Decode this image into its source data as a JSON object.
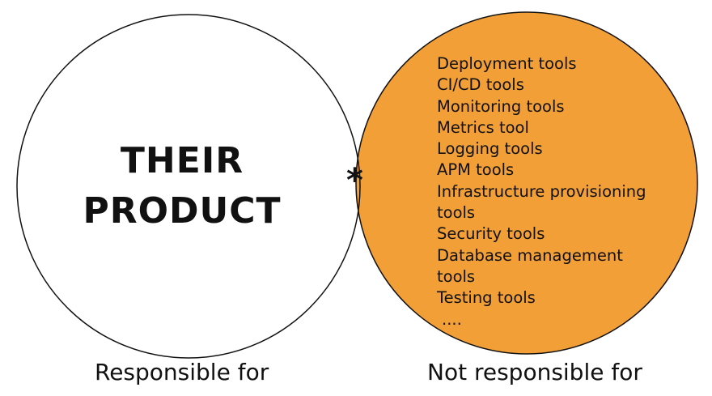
{
  "product": {
    "line1": "THEIR",
    "line2": "PRODUCT"
  },
  "overlap_marker": "*",
  "tools": [
    "Deployment tools",
    "CI/CD tools",
    "Monitoring tools",
    "Metrics tool",
    "Logging tools",
    "APM tools",
    "Infrastructure provisioning",
    "tools",
    "Security tools",
    "Database management",
    "tools",
    "Testing tools",
    "...."
  ],
  "captions": {
    "left": "Responsible for",
    "right": "Not responsible for"
  },
  "colors": {
    "left_circle_fill": "#ffffff",
    "right_circle_fill": "#f29f38",
    "outline": "#111111"
  }
}
